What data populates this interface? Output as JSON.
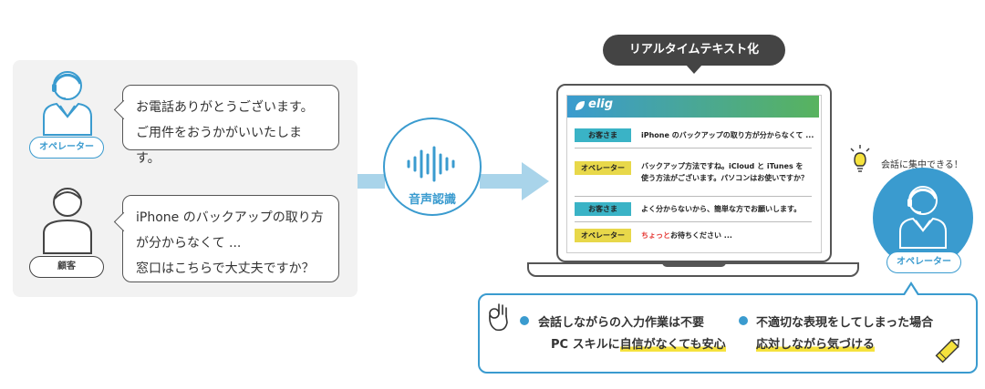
{
  "left": {
    "operator_bubble": [
      "お電話ありがとうございます。",
      "ご用件をおうかがいいたします。"
    ],
    "customer_bubble": [
      "iPhone のバックアップの取り方",
      "が分からなくて ...",
      "窓口はこちらで大丈夫ですか？"
    ],
    "operator_label": "オペレーター",
    "customer_label": "顧客"
  },
  "voice": {
    "label": "音声認識"
  },
  "callout": "リアルタイムテキスト化",
  "screen": {
    "logo": "elig",
    "rows": [
      {
        "tag": "お客さま",
        "tag_kind": "cust",
        "lines": [
          "iPhone のバックアップの取り方が分からなくて ..."
        ]
      },
      {
        "tag": "オペレーター",
        "tag_kind": "op",
        "lines": [
          "バックアップ方法ですね。iCloud と iTunes を",
          "使う方法がございます。パソコンはお使いですか？"
        ]
      },
      {
        "tag": "お客さま",
        "tag_kind": "cust",
        "lines": [
          "よく分からないから、簡単な方でお願いします。"
        ]
      },
      {
        "tag": "オペレーター",
        "tag_kind": "op",
        "red": "ちょっと",
        "rest": "お待ちください ..."
      }
    ]
  },
  "right": {
    "idea": "会話に集中できる！",
    "operator_label": "オペレーター"
  },
  "benefits": {
    "left_line1": "会話しながらの入力作業は不要",
    "left_line2_plain": "PC スキルに",
    "left_line2_highlight": "自信がなくても安心",
    "right_line1": "不適切な表現をしてしまった場合",
    "right_line2_highlight": "応対しながら気づける"
  },
  "colors": {
    "accent": "#3a9bcf",
    "highlight": "#f5e23d",
    "customer_tag": "#3ab3c6",
    "operator_tag": "#e8d84a"
  }
}
